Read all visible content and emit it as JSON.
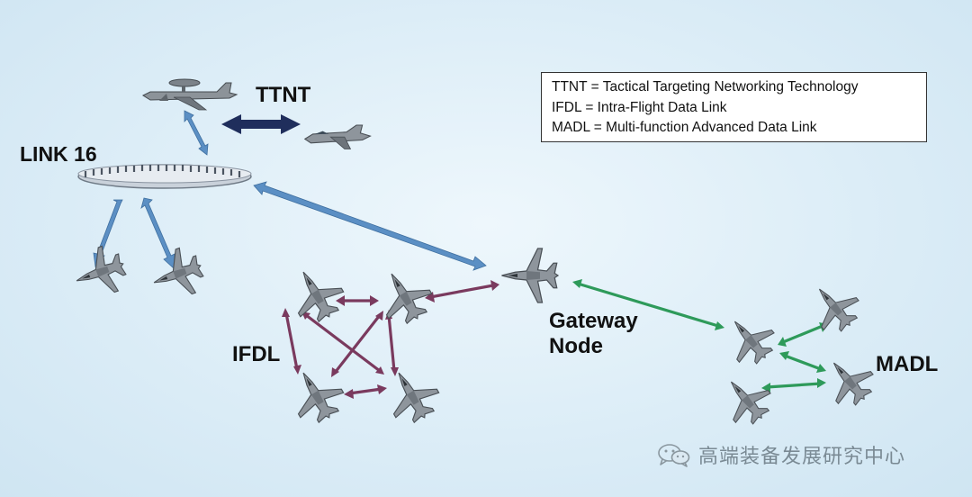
{
  "labels": {
    "ttnt": "TTNT",
    "link16": "LINK 16",
    "ifdl": "IFDL",
    "gateway_line1": "Gateway",
    "gateway_line2": "Node",
    "madl": "MADL"
  },
  "legend": {
    "ttnt": "TTNT =  Tactical Targeting Networking Technology",
    "ifdl": "IFDL =  Intra-Flight Data Link",
    "madl": "MADL = Multi-function Advanced Data Link"
  },
  "watermark": {
    "text": "高端装备发展研究中心",
    "icon": "wechat-logo"
  },
  "colors": {
    "link16": "#5b8fc4",
    "ttnt": "#1f2e5c",
    "ifdl": "#7a3a5e",
    "madl": "#2e9a5a",
    "aircraft": "#8e959c"
  },
  "icons": {
    "awacs": "awacs-aircraft-icon",
    "fighter": "fighter-jet-icon",
    "ring": "link16-network-ring-icon"
  }
}
